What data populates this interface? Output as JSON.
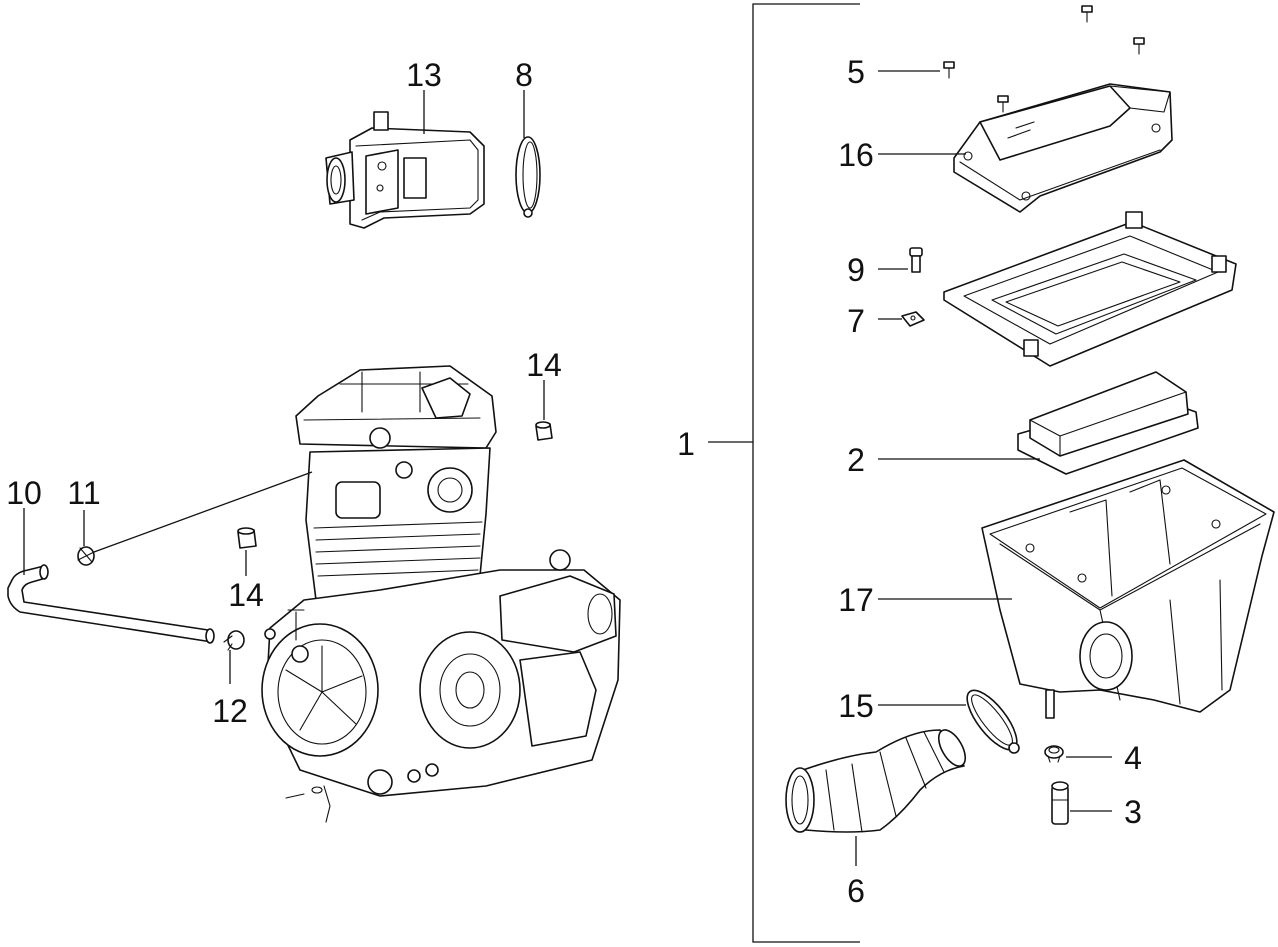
{
  "callouts": {
    "c1": "1",
    "c2": "2",
    "c3": "3",
    "c4": "4",
    "c5": "5",
    "c6": "6",
    "c7": "7",
    "c8": "8",
    "c9": "9",
    "c10": "10",
    "c11": "11",
    "c12": "12",
    "c13": "13",
    "c14a": "14",
    "c14b": "14",
    "c15": "15",
    "c16": "16",
    "c17": "17"
  },
  "colors": {
    "line": "#111111",
    "background": "#ffffff"
  }
}
